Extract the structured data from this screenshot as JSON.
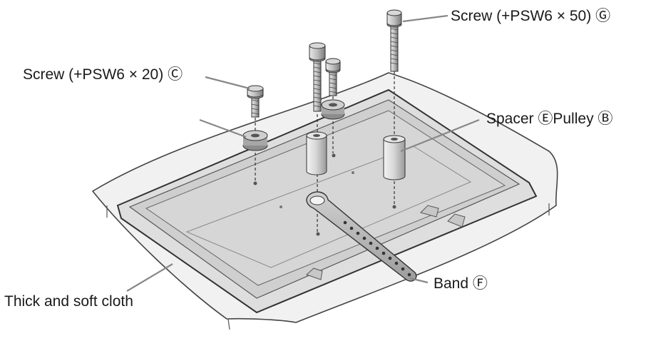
{
  "labels": {
    "screw_g": "Screw (+PSW6 × 50) Ⓖ",
    "screw_c": "Screw (+PSW6 × 20) Ⓒ",
    "spacer_pulley": "Spacer ⒺPulley Ⓑ",
    "band": "Band Ⓕ",
    "cloth": "Thick and soft cloth"
  }
}
